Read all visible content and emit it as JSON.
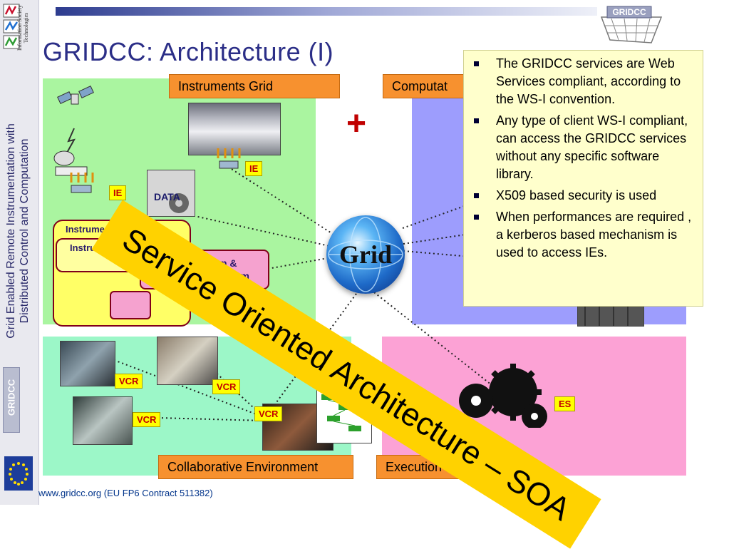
{
  "slide": {
    "title": "GRIDCC: Architecture (I)",
    "sidebar_title_line1": "Grid Enabled Remote Instrumentation with",
    "sidebar_title_line2": "Distributed Control and Computation",
    "sidebar_badge": "GRIDCC",
    "ist_text": "Information Society Technologies",
    "logo_text": "GRIDCC",
    "footer": "www.gridcc.org (EU FP6 Contract 511382)"
  },
  "panels": {
    "instruments": {
      "label": "Instruments Grid"
    },
    "computation": {
      "label": "Computat"
    },
    "collaborative": {
      "label": "Collaborative Environment"
    },
    "execution": {
      "label": "Execution Servic"
    }
  },
  "diagram": {
    "plus": "+",
    "grid_label": "Grid",
    "ie_tag": "IE",
    "data_tag": "DATA",
    "instrument_element": "Instrument Element",
    "instrument_manager": "Instrument",
    "ims_line1": "Information &",
    "ims_line2": "Monitoring System",
    "vcr_tag": "VCR",
    "es_tag": "ES"
  },
  "bullets": [
    "The GRIDCC services are Web Services compliant, according to the WS-I convention.",
    "Any type of client WS-I compliant, can access the GRIDCC services without any specific software library.",
    "X509 based security is used",
    "When performances are required ,  a kerberos based mechanism is used to access IEs."
  ],
  "banner": "Service Oriented Architecture – SOA",
  "colors": {
    "title": "#2b2e87",
    "instruments_panel": "#aaf5a0",
    "computation_panel": "#9d9dfd",
    "collaborative_panel": "#9cf7c8",
    "execution_panel": "#fca2d5",
    "tab_orange": "#f7912f",
    "banner_yellow": "#ffd200",
    "tag_yellow": "#ffff00"
  },
  "icons": [
    "satellite-icon",
    "satellite-dish-icon",
    "globe-icon",
    "gears-icon",
    "eu-flag-icon",
    "mountain-photo",
    "control-room-photo",
    "server-rack-photo",
    "flowchart-thumbnail"
  ]
}
